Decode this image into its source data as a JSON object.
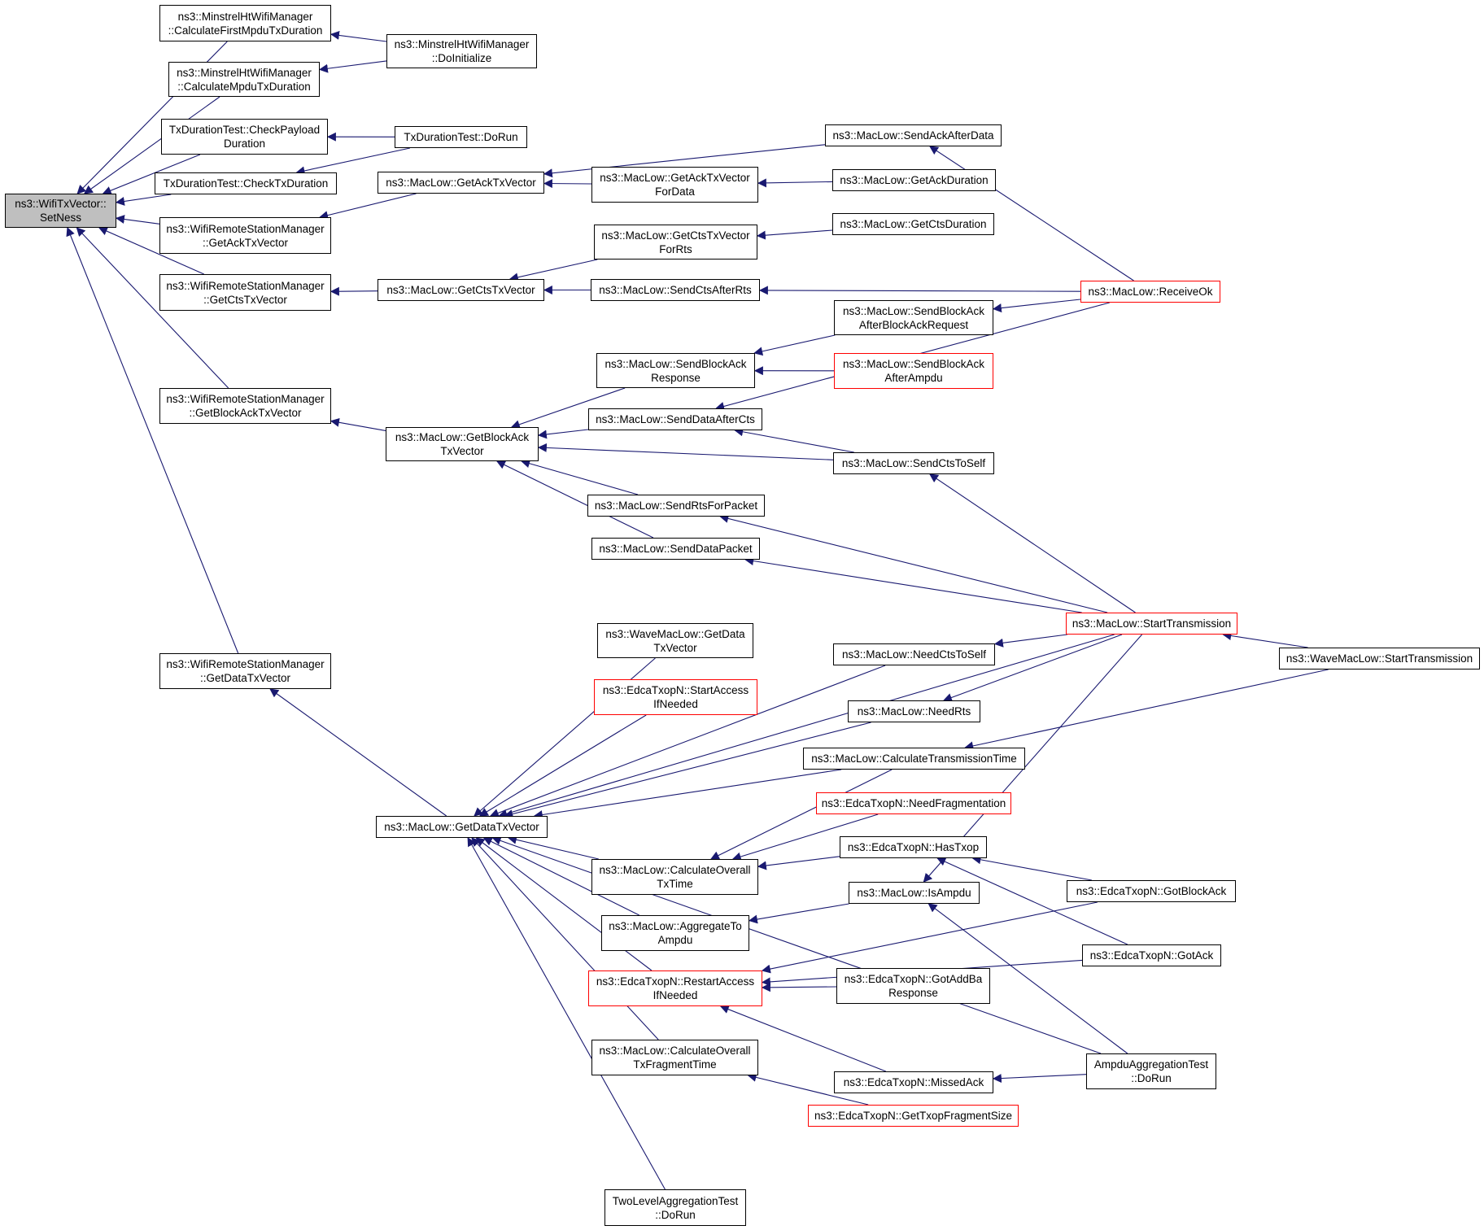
{
  "graph": {
    "edge_color": "#191970",
    "border_red": "#ff0000",
    "root_fill": "#bfbfbf",
    "nodes": [
      {
        "id": "n0",
        "label": "ns3::WifiTxVector::\nSetNess",
        "root": true
      },
      {
        "id": "n1",
        "label": "ns3::MinstrelHtWifiManager\n::CalculateFirstMpduTxDuration"
      },
      {
        "id": "n2",
        "label": "ns3::MinstrelHtWifiManager\n::CalculateMpduTxDuration"
      },
      {
        "id": "n3",
        "label": "TxDurationTest::CheckPayload\nDuration"
      },
      {
        "id": "n4",
        "label": "TxDurationTest::CheckTxDuration"
      },
      {
        "id": "n5",
        "label": "ns3::WifiRemoteStationManager\n::GetAckTxVector"
      },
      {
        "id": "n6",
        "label": "ns3::WifiRemoteStationManager\n::GetCtsTxVector"
      },
      {
        "id": "n7",
        "label": "ns3::WifiRemoteStationManager\n::GetBlockAckTxVector"
      },
      {
        "id": "n8",
        "label": "ns3::WifiRemoteStationManager\n::GetDataTxVector"
      },
      {
        "id": "n9",
        "label": "ns3::MinstrelHtWifiManager\n::DoInitialize"
      },
      {
        "id": "n10",
        "label": "TxDurationTest::DoRun"
      },
      {
        "id": "n11",
        "label": "ns3::MacLow::GetAckTxVector"
      },
      {
        "id": "n12",
        "label": "ns3::MacLow::GetCtsTxVector"
      },
      {
        "id": "n13",
        "label": "ns3::MacLow::GetBlockAck\nTxVector"
      },
      {
        "id": "n14",
        "label": "ns3::MacLow::GetDataTxVector"
      },
      {
        "id": "n15",
        "label": "ns3::MacLow::GetAckTxVector\nForData"
      },
      {
        "id": "n16",
        "label": "ns3::MacLow::GetCtsTxVector\nForRts"
      },
      {
        "id": "n17",
        "label": "ns3::MacLow::SendCtsAfterRts"
      },
      {
        "id": "n18",
        "label": "ns3::MacLow::SendBlockAck\nResponse"
      },
      {
        "id": "n19",
        "label": "ns3::MacLow::SendDataAfterCts"
      },
      {
        "id": "n20",
        "label": "ns3::MacLow::SendRtsForPacket"
      },
      {
        "id": "n21",
        "label": "ns3::MacLow::SendDataPacket"
      },
      {
        "id": "n22",
        "label": "ns3::WaveMacLow::GetData\nTxVector"
      },
      {
        "id": "n23",
        "label": "ns3::EdcaTxopN::StartAccess\nIfNeeded",
        "red": true
      },
      {
        "id": "n24",
        "label": "ns3::MacLow::CalculateOverall\nTxTime"
      },
      {
        "id": "n25",
        "label": "ns3::MacLow::AggregateTo\nAmpdu"
      },
      {
        "id": "n26",
        "label": "ns3::EdcaTxopN::RestartAccess\nIfNeeded",
        "red": true
      },
      {
        "id": "n27",
        "label": "ns3::MacLow::CalculateOverall\nTxFragmentTime"
      },
      {
        "id": "n28",
        "label": "TwoLevelAggregationTest\n::DoRun"
      },
      {
        "id": "n29",
        "label": "ns3::MacLow::SendAckAfterData"
      },
      {
        "id": "n30",
        "label": "ns3::MacLow::GetAckDuration"
      },
      {
        "id": "n31",
        "label": "ns3::MacLow::GetCtsDuration"
      },
      {
        "id": "n32",
        "label": "ns3::MacLow::SendBlockAck\nAfterBlockAckRequest"
      },
      {
        "id": "n33",
        "label": "ns3::MacLow::SendBlockAck\nAfterAmpdu",
        "red": true
      },
      {
        "id": "n34",
        "label": "ns3::MacLow::SendCtsToSelf"
      },
      {
        "id": "n35",
        "label": "ns3::MacLow::NeedCtsToSelf"
      },
      {
        "id": "n36",
        "label": "ns3::MacLow::NeedRts"
      },
      {
        "id": "n37",
        "label": "ns3::MacLow::CalculateTransmissionTime"
      },
      {
        "id": "n38",
        "label": "ns3::EdcaTxopN::NeedFragmentation",
        "red": true
      },
      {
        "id": "n39",
        "label": "ns3::EdcaTxopN::HasTxop"
      },
      {
        "id": "n40",
        "label": "ns3::MacLow::IsAmpdu"
      },
      {
        "id": "n41",
        "label": "ns3::EdcaTxopN::GotAddBa\nResponse"
      },
      {
        "id": "n42",
        "label": "ns3::EdcaTxopN::MissedAck"
      },
      {
        "id": "n43",
        "label": "ns3::EdcaTxopN::GetTxopFragmentSize",
        "red": true
      },
      {
        "id": "n44",
        "label": "ns3::MacLow::ReceiveOk",
        "red": true
      },
      {
        "id": "n45",
        "label": "ns3::MacLow::StartTransmission",
        "red": true
      },
      {
        "id": "n46",
        "label": "ns3::WaveMacLow::StartTransmission"
      },
      {
        "id": "n47",
        "label": "ns3::EdcaTxopN::GotBlockAck"
      },
      {
        "id": "n48",
        "label": "ns3::EdcaTxopN::GotAck"
      },
      {
        "id": "n49",
        "label": "AmpduAggregationTest\n::DoRun"
      }
    ],
    "edges": [
      [
        "n1",
        "n0"
      ],
      [
        "n2",
        "n0"
      ],
      [
        "n3",
        "n0"
      ],
      [
        "n4",
        "n0"
      ],
      [
        "n5",
        "n0"
      ],
      [
        "n6",
        "n0"
      ],
      [
        "n7",
        "n0"
      ],
      [
        "n8",
        "n0"
      ],
      [
        "n9",
        "n1"
      ],
      [
        "n9",
        "n2"
      ],
      [
        "n10",
        "n3"
      ],
      [
        "n10",
        "n4"
      ],
      [
        "n11",
        "n5"
      ],
      [
        "n12",
        "n6"
      ],
      [
        "n13",
        "n7"
      ],
      [
        "n14",
        "n8"
      ],
      [
        "n15",
        "n11"
      ],
      [
        "n29",
        "n11"
      ],
      [
        "n16",
        "n12"
      ],
      [
        "n17",
        "n12"
      ],
      [
        "n18",
        "n13"
      ],
      [
        "n19",
        "n13"
      ],
      [
        "n34",
        "n13"
      ],
      [
        "n20",
        "n13"
      ],
      [
        "n21",
        "n13"
      ],
      [
        "n30",
        "n15"
      ],
      [
        "n31",
        "n16"
      ],
      [
        "n44",
        "n17"
      ],
      [
        "n32",
        "n18"
      ],
      [
        "n33",
        "n18"
      ],
      [
        "n44",
        "n19"
      ],
      [
        "n34",
        "n19"
      ],
      [
        "n45",
        "n20"
      ],
      [
        "n45",
        "n21"
      ],
      [
        "n44",
        "n29"
      ],
      [
        "n44",
        "n32"
      ],
      [
        "n45",
        "n34"
      ],
      [
        "n45",
        "n35"
      ],
      [
        "n45",
        "n36"
      ],
      [
        "n46",
        "n45"
      ],
      [
        "n46",
        "n37"
      ],
      [
        "n45",
        "n40"
      ],
      [
        "n45",
        "n14"
      ],
      [
        "n22",
        "n14"
      ],
      [
        "n23",
        "n14"
      ],
      [
        "n35",
        "n14"
      ],
      [
        "n36",
        "n14"
      ],
      [
        "n37",
        "n14"
      ],
      [
        "n24",
        "n14"
      ],
      [
        "n25",
        "n14"
      ],
      [
        "n26",
        "n14"
      ],
      [
        "n27",
        "n14"
      ],
      [
        "n28",
        "n14"
      ],
      [
        "n49",
        "n14"
      ],
      [
        "n37",
        "n24"
      ],
      [
        "n38",
        "n24"
      ],
      [
        "n39",
        "n24"
      ],
      [
        "n40",
        "n25"
      ],
      [
        "n41",
        "n26"
      ],
      [
        "n48",
        "n26"
      ],
      [
        "n42",
        "n26"
      ],
      [
        "n47",
        "n26"
      ],
      [
        "n43",
        "n27"
      ],
      [
        "n47",
        "n39"
      ],
      [
        "n48",
        "n39"
      ],
      [
        "n49",
        "n40"
      ],
      [
        "n49",
        "n42"
      ]
    ]
  }
}
